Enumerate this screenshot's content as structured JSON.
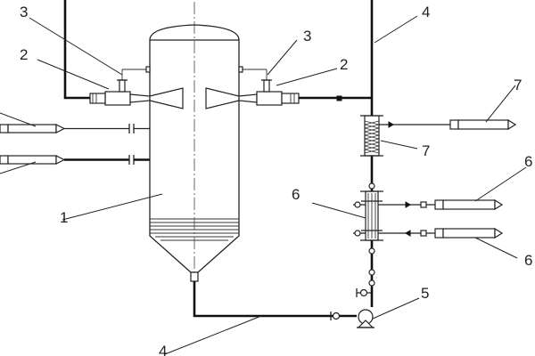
{
  "labels": {
    "vessel": "1",
    "nozzle": "2",
    "line_to_nozzle": "3",
    "pipe": "4",
    "pump": "5",
    "heat_exchanger": "6",
    "condenser": "7"
  }
}
